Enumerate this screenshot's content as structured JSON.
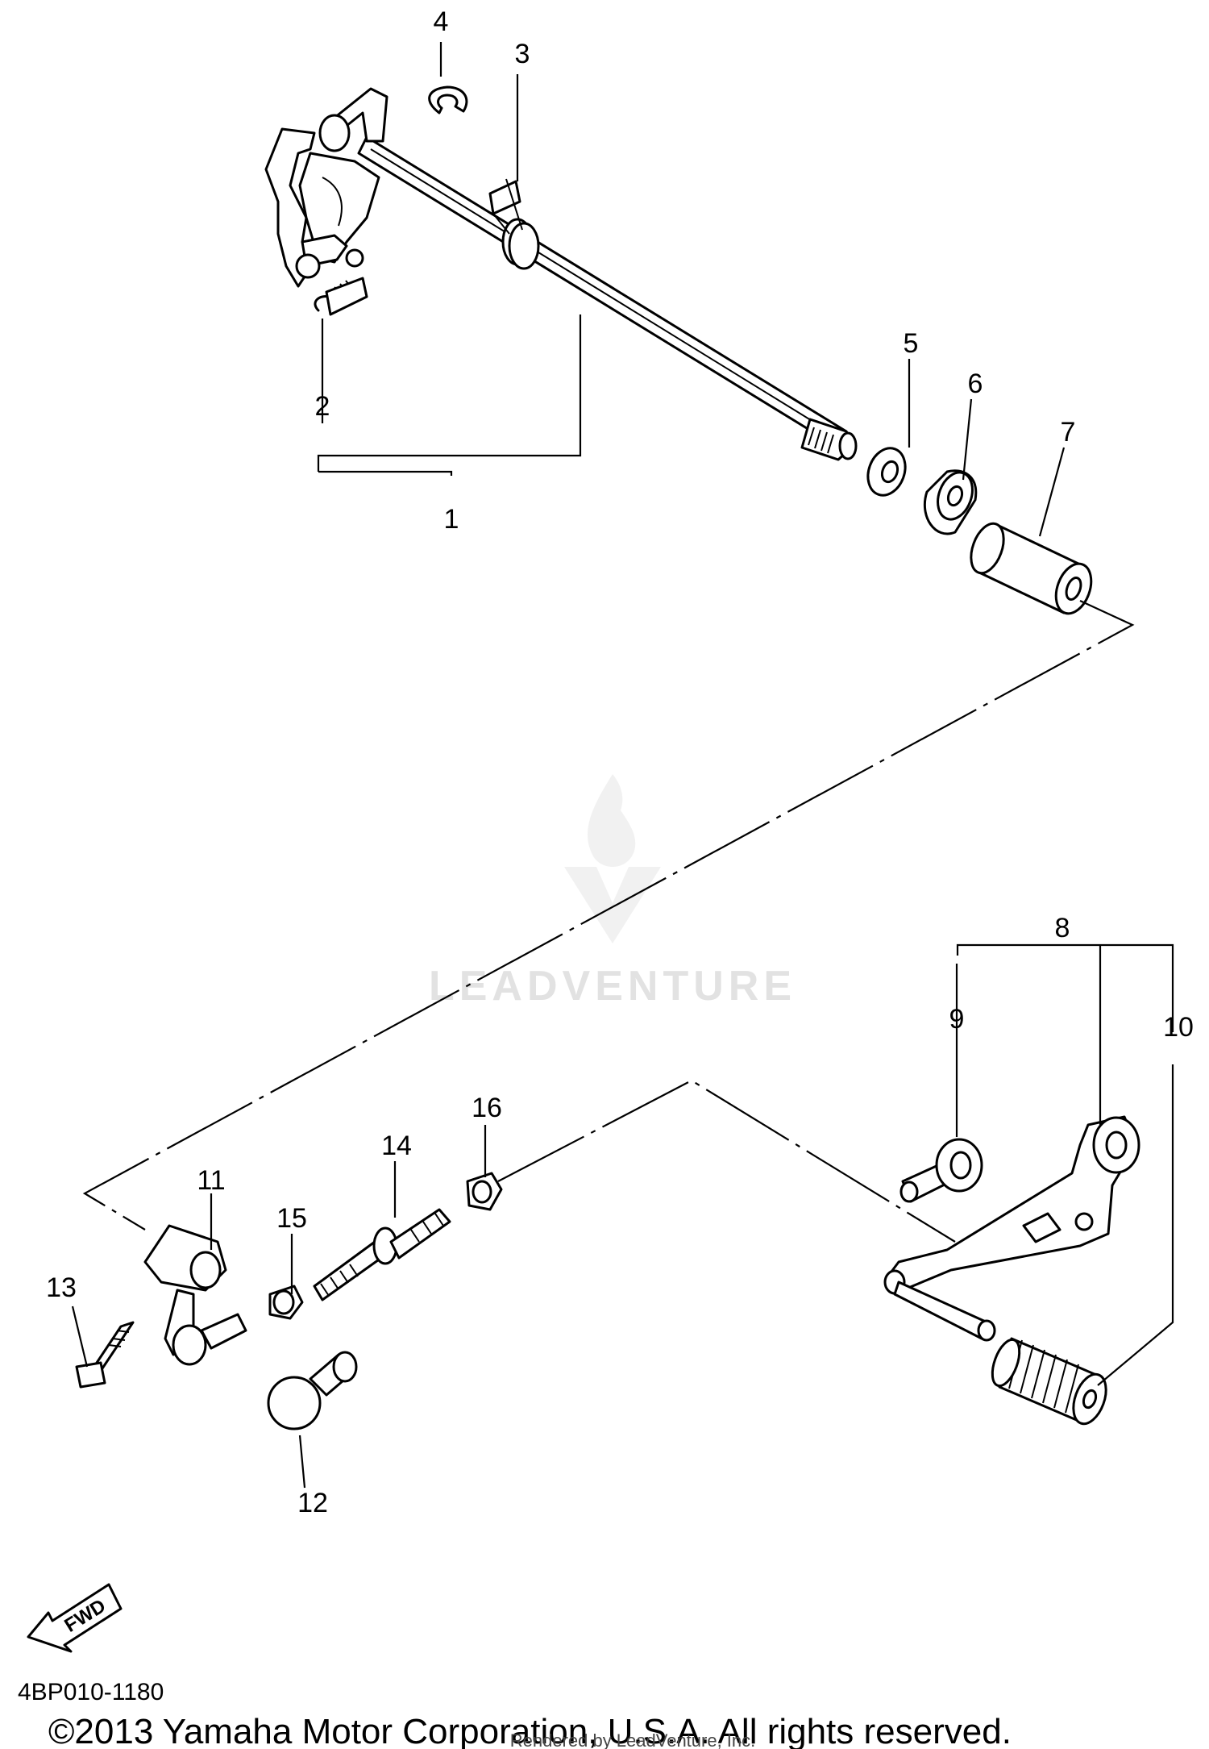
{
  "callouts": [
    {
      "n": "1",
      "text": "1"
    },
    {
      "n": "2",
      "text": "2"
    },
    {
      "n": "3",
      "text": "3"
    },
    {
      "n": "4",
      "text": "4"
    },
    {
      "n": "5",
      "text": "5"
    },
    {
      "n": "6",
      "text": "6"
    },
    {
      "n": "7",
      "text": "7"
    },
    {
      "n": "8",
      "text": "8"
    },
    {
      "n": "9",
      "text": "9"
    },
    {
      "n": "10",
      "text": "10"
    },
    {
      "n": "11",
      "text": "11"
    },
    {
      "n": "12",
      "text": "12"
    },
    {
      "n": "13",
      "text": "13"
    },
    {
      "n": "14",
      "text": "14"
    },
    {
      "n": "15",
      "text": "15"
    },
    {
      "n": "16",
      "text": "16"
    }
  ],
  "fwd_label": "FWD",
  "diagram_code": "4BP010-1180",
  "copyright": "©2013 Yamaha Motor Corporation, U.S.A. All rights reserved.",
  "render_credit": "Rendered by LeadVenture, Inc.",
  "watermark": "LEADVENTURE"
}
